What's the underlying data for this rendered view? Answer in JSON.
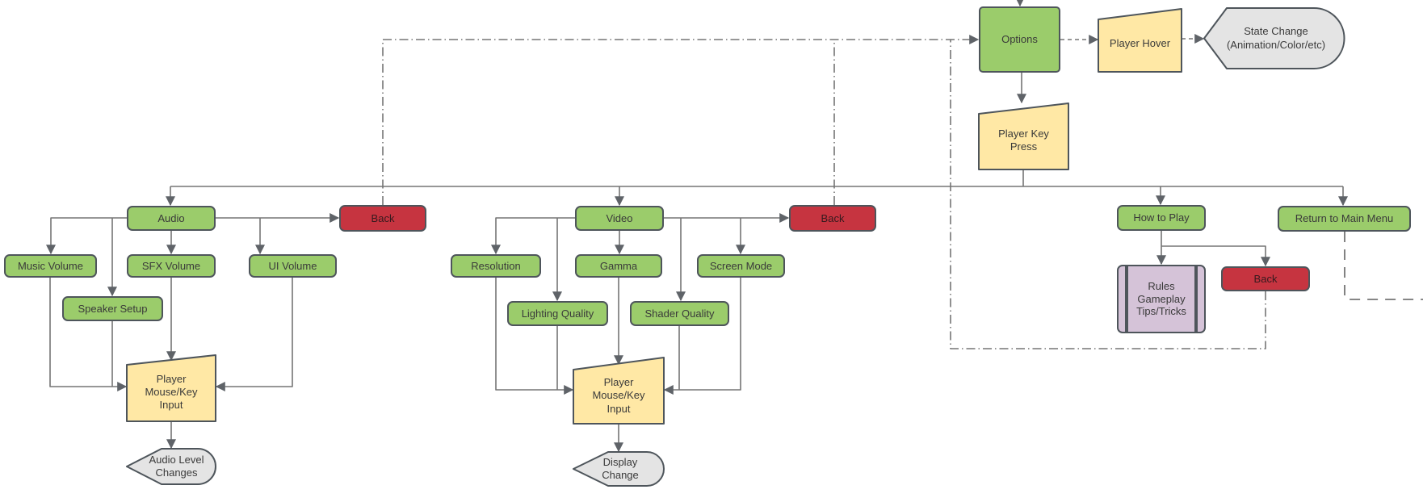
{
  "diagram_type": "game-options-menu-flowchart",
  "colors": {
    "process_green": "#9bcc6b",
    "back_red": "#c63440",
    "manual_input_yellow": "#ffe8a5",
    "display_gray": "#e4e4e4",
    "document_purple": "#d5c3d8",
    "shape_border": "#4e555b",
    "connector_gray": "#757575",
    "text": "#3a3a3a"
  },
  "nodes": {
    "options": {
      "label": "Options",
      "shape": "rectangle",
      "color": "green"
    },
    "player_hover": {
      "label": "Player Hover",
      "shape": "manual-input",
      "color": "yellow"
    },
    "state_change": {
      "label": "State Change\n(Animation/Color/etc)",
      "shape": "display",
      "color": "gray"
    },
    "player_key_press": {
      "label": "Player Key\nPress",
      "shape": "manual-input",
      "color": "yellow"
    },
    "audio": {
      "label": "Audio",
      "shape": "rounded-rectangle",
      "color": "green"
    },
    "back_audio": {
      "label": "Back",
      "shape": "rounded-rectangle",
      "color": "red"
    },
    "music_volume": {
      "label": "Music Volume",
      "shape": "rounded-rectangle",
      "color": "green"
    },
    "sfx_volume": {
      "label": "SFX Volume",
      "shape": "rounded-rectangle",
      "color": "green"
    },
    "ui_volume": {
      "label": "UI Volume",
      "shape": "rounded-rectangle",
      "color": "green"
    },
    "speaker_setup": {
      "label": "Speaker Setup",
      "shape": "rounded-rectangle",
      "color": "green"
    },
    "player_input_audio": {
      "label": "Player\nMouse/Key\nInput",
      "shape": "manual-input",
      "color": "yellow"
    },
    "audio_level_changes": {
      "label": "Audio Level\nChanges",
      "shape": "display",
      "color": "gray"
    },
    "video": {
      "label": "Video",
      "shape": "rounded-rectangle",
      "color": "green"
    },
    "back_video": {
      "label": "Back",
      "shape": "rounded-rectangle",
      "color": "red"
    },
    "resolution": {
      "label": "Resolution",
      "shape": "rounded-rectangle",
      "color": "green"
    },
    "gamma": {
      "label": "Gamma",
      "shape": "rounded-rectangle",
      "color": "green"
    },
    "screen_mode": {
      "label": "Screen Mode",
      "shape": "rounded-rectangle",
      "color": "green"
    },
    "lighting_quality": {
      "label": "Lighting Quality",
      "shape": "rounded-rectangle",
      "color": "green"
    },
    "shader_quality": {
      "label": "Shader Quality",
      "shape": "rounded-rectangle",
      "color": "green"
    },
    "player_input_video": {
      "label": "Player\nMouse/Key\nInput",
      "shape": "manual-input",
      "color": "yellow"
    },
    "display_change": {
      "label": "Display\nChange",
      "shape": "display",
      "color": "gray"
    },
    "how_to_play": {
      "label": "How to Play",
      "shape": "rounded-rectangle",
      "color": "green"
    },
    "rules": {
      "label": "Rules\nGameplay\nTips/Tricks",
      "shape": "predefined-process",
      "color": "purple"
    },
    "back_how_to_play": {
      "label": "Back",
      "shape": "rounded-rectangle",
      "color": "red"
    },
    "return_to_main_menu": {
      "label": "Return to Main Menu",
      "shape": "rounded-rectangle",
      "color": "green"
    }
  },
  "edges": [
    {
      "from": "offscreen-top",
      "to": "options",
      "style": "solid"
    },
    {
      "from": "options",
      "to": "player_hover",
      "style": "short-dash"
    },
    {
      "from": "player_hover",
      "to": "state_change",
      "style": "short-dash"
    },
    {
      "from": "options",
      "to": "player_key_press",
      "style": "solid"
    },
    {
      "from": "player_key_press",
      "to": "audio",
      "style": "solid"
    },
    {
      "from": "player_key_press",
      "to": "video",
      "style": "solid"
    },
    {
      "from": "player_key_press",
      "to": "how_to_play",
      "style": "solid"
    },
    {
      "from": "player_key_press",
      "to": "return_to_main_menu",
      "style": "solid"
    },
    {
      "from": "audio",
      "to": "music_volume",
      "style": "solid"
    },
    {
      "from": "audio",
      "to": "sfx_volume",
      "style": "solid"
    },
    {
      "from": "audio",
      "to": "ui_volume",
      "style": "solid"
    },
    {
      "from": "audio",
      "to": "speaker_setup",
      "style": "solid"
    },
    {
      "from": "audio",
      "to": "back_audio",
      "style": "solid"
    },
    {
      "from": "music_volume",
      "to": "player_input_audio",
      "style": "solid"
    },
    {
      "from": "sfx_volume",
      "to": "player_input_audio",
      "style": "solid"
    },
    {
      "from": "ui_volume",
      "to": "player_input_audio",
      "style": "solid"
    },
    {
      "from": "speaker_setup",
      "to": "player_input_audio",
      "style": "solid"
    },
    {
      "from": "player_input_audio",
      "to": "audio_level_changes",
      "style": "solid"
    },
    {
      "from": "video",
      "to": "resolution",
      "style": "solid"
    },
    {
      "from": "video",
      "to": "gamma",
      "style": "solid"
    },
    {
      "from": "video",
      "to": "screen_mode",
      "style": "solid"
    },
    {
      "from": "video",
      "to": "lighting_quality",
      "style": "solid"
    },
    {
      "from": "video",
      "to": "shader_quality",
      "style": "solid"
    },
    {
      "from": "video",
      "to": "back_video",
      "style": "solid"
    },
    {
      "from": "resolution",
      "to": "player_input_video",
      "style": "solid"
    },
    {
      "from": "gamma",
      "to": "player_input_video",
      "style": "solid"
    },
    {
      "from": "screen_mode",
      "to": "player_input_video",
      "style": "solid"
    },
    {
      "from": "lighting_quality",
      "to": "player_input_video",
      "style": "solid"
    },
    {
      "from": "shader_quality",
      "to": "player_input_video",
      "style": "solid"
    },
    {
      "from": "player_input_video",
      "to": "display_change",
      "style": "solid"
    },
    {
      "from": "how_to_play",
      "to": "rules",
      "style": "solid"
    },
    {
      "from": "how_to_play",
      "to": "back_how_to_play",
      "style": "solid"
    },
    {
      "from": "back_audio",
      "to": "options",
      "style": "dash-dot"
    },
    {
      "from": "back_video",
      "to": "options",
      "style": "dash-dot"
    },
    {
      "from": "back_how_to_play",
      "to": "options",
      "style": "dash-dot"
    },
    {
      "from": "return_to_main_menu",
      "to": "offscreen-right",
      "style": "long-dash"
    }
  ]
}
